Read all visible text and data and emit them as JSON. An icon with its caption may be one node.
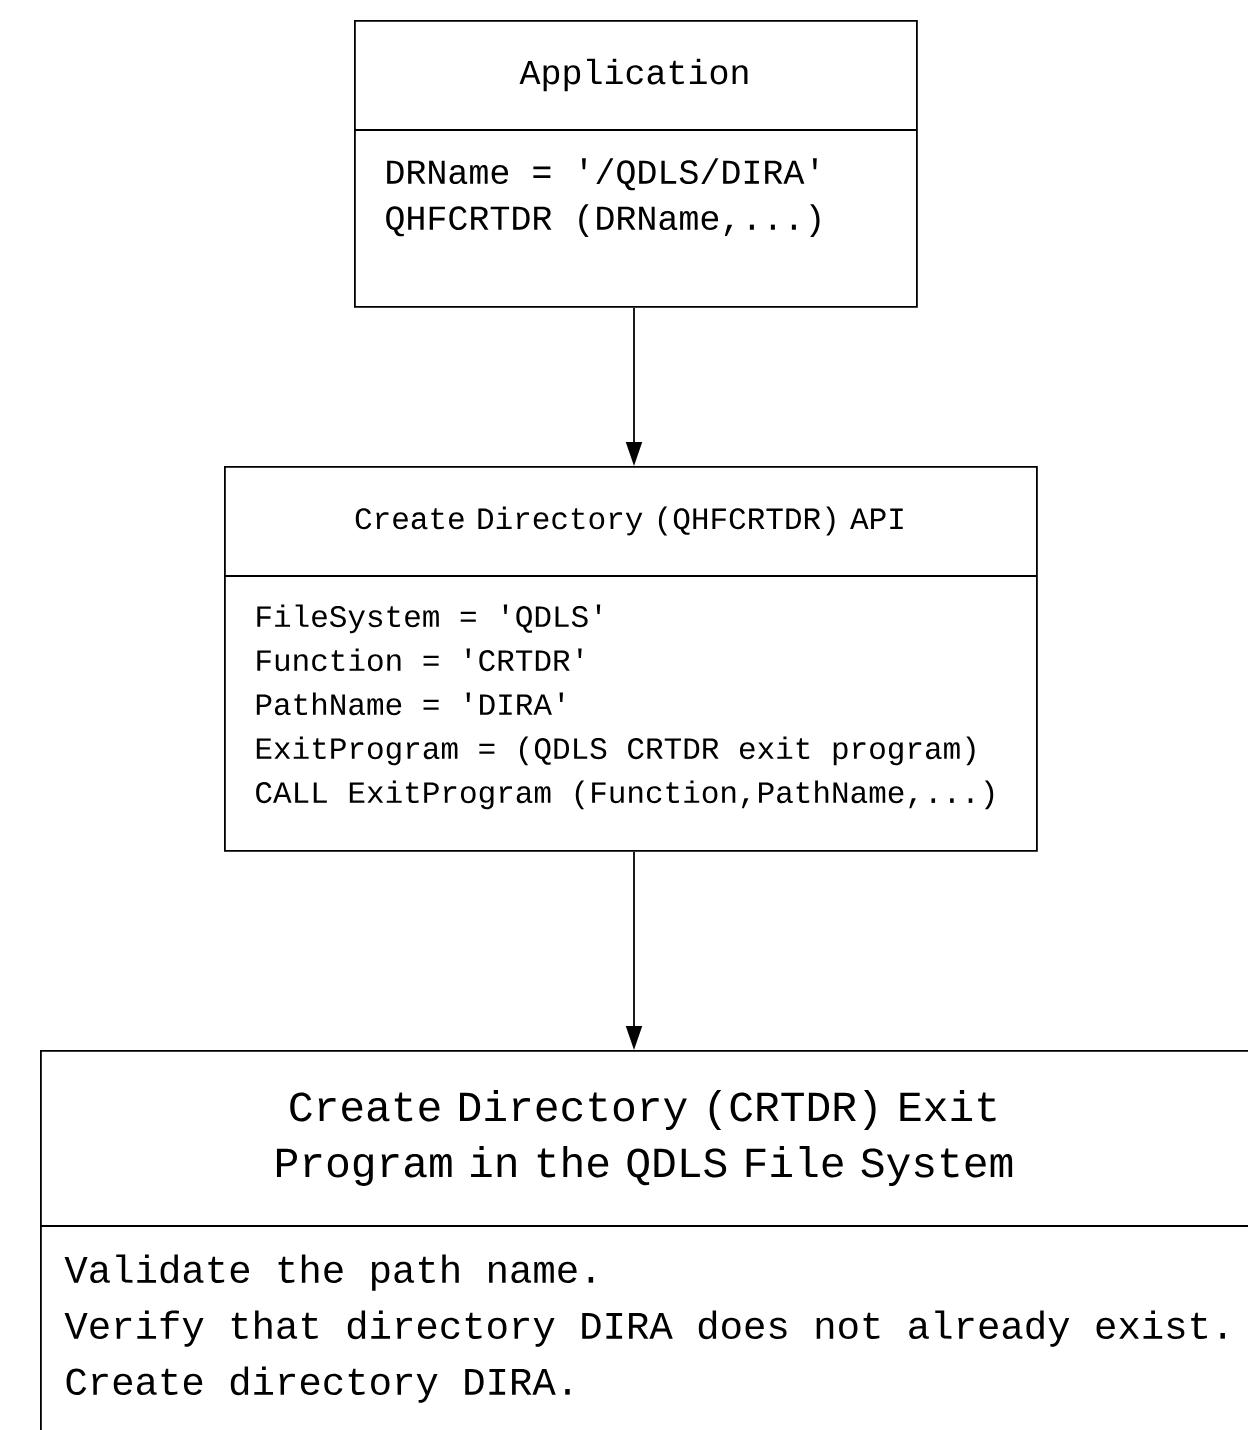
{
  "diagram": {
    "nodes": [
      {
        "text": [
          "Application",
          "DRName = '/QDLS/DIRA'",
          "QHFCRTDR (DRName,...)"
        ]
      },
      {
        "text": [
          "Create Directory (QHFCRTDR) API",
          "FileSystem = 'QDLS'",
          "Function = 'CRTDR'",
          "PathName = 'DIRA'",
          "ExitProgram = (QDLS CRTDR exit program)",
          "CALL ExitProgram (Function,PathName,...)"
        ]
      },
      {
        "text": [
          "Create Directory (CRTDR) Exit Program in the QDLS File System",
          "Validate the path name.",
          "Verify that directory DIRA does not already exist.",
          "Create directory DIRA."
        ]
      }
    ],
    "edges": [
      {
        "from": 0,
        "to": 1,
        "arrow": "to"
      },
      {
        "from": 1,
        "to": 2,
        "arrow": "to"
      }
    ]
  }
}
